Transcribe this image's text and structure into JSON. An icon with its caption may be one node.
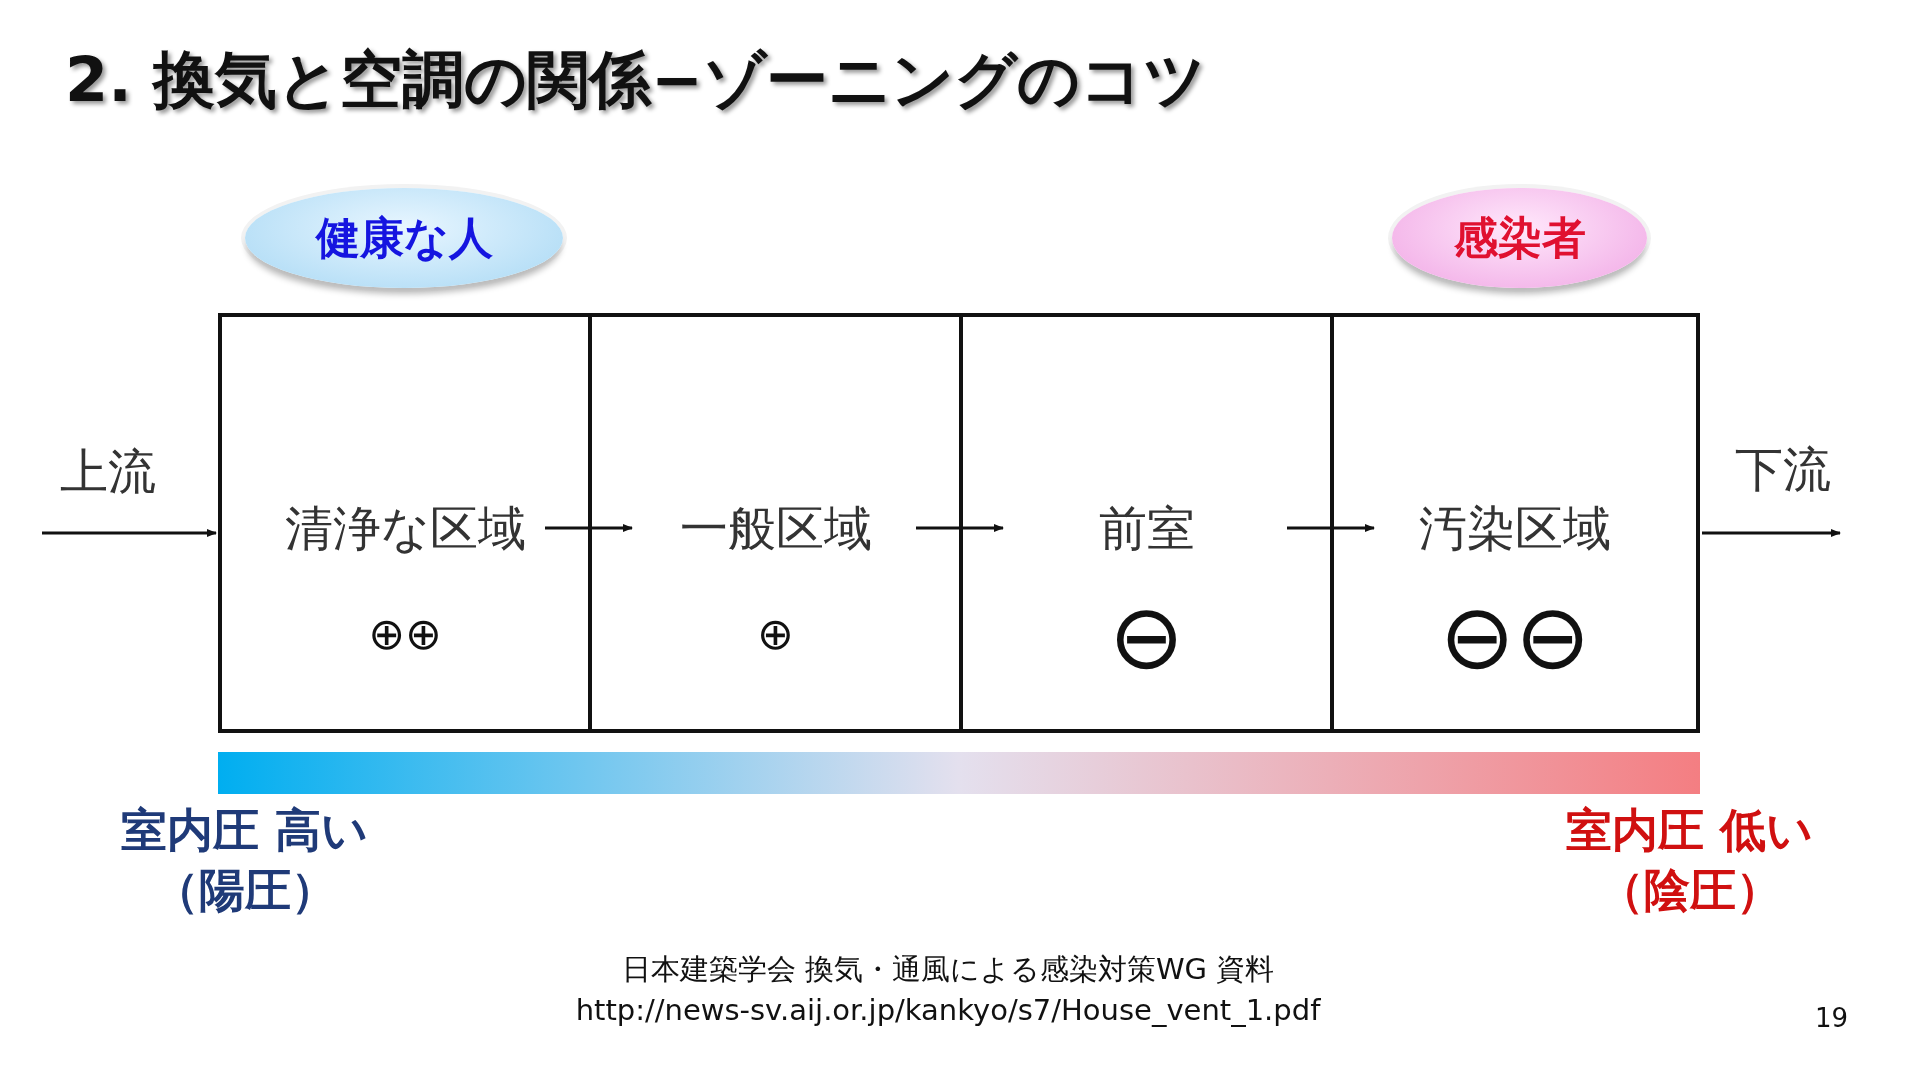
{
  "diagram": {
    "title": "2. 換気と空調の関係−ゾーニングのコツ",
    "nodes": [
      {
        "text": [
          "健康な人"
        ]
      },
      {
        "text": [
          "感染者"
        ]
      },
      {
        "text": [
          "清浄な区域",
          "⊕⊕"
        ]
      },
      {
        "text": [
          "一般区域",
          "⊕"
        ]
      },
      {
        "text": [
          "前室",
          "⊖"
        ]
      },
      {
        "text": [
          "汚染区域",
          "⊖⊖"
        ]
      },
      {
        "text": [],
        "shape": "bar"
      }
    ],
    "edges": [
      {
        "from": null,
        "to": 2,
        "arrow": "to",
        "label": "上流"
      },
      {
        "from": 2,
        "to": 3,
        "arrow": "to"
      },
      {
        "from": 3,
        "to": 4,
        "arrow": "to"
      },
      {
        "from": 4,
        "to": 5,
        "arrow": "to"
      },
      {
        "from": 5,
        "to": null,
        "arrow": "to",
        "label": "下流"
      }
    ],
    "labels": [
      "室内圧 高い（陽圧）",
      "室内圧 低い（陰圧）",
      "日本建築学会 換気・通風による感染対策WG 資料",
      "http://news-sv.aij.or.jp/kankyo/s7/House_vent_1.pdf",
      "19"
    ]
  }
}
